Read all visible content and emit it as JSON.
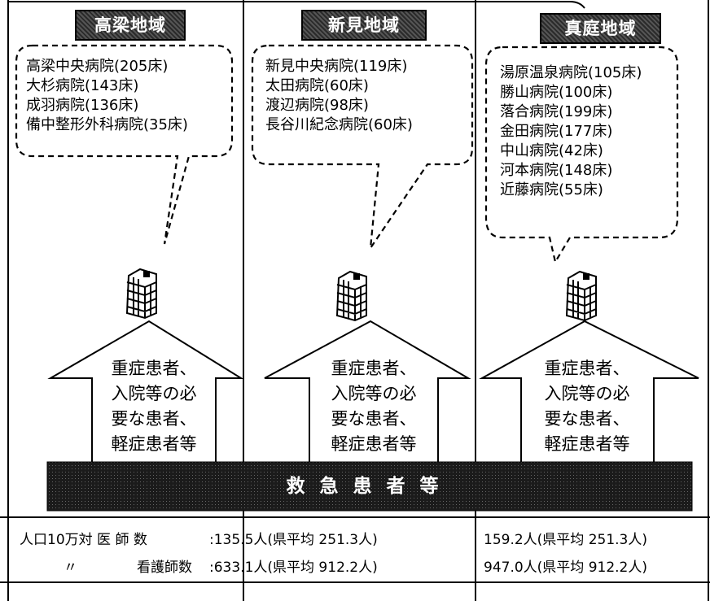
{
  "regions": [
    {
      "name": "高梁地域",
      "hospitals": [
        "高梁中央病院(205床)",
        "大杉病院(143床)",
        "成羽病院(136床)",
        "備中整形外科病院(35床)"
      ],
      "arrow_lines": [
        "重症患者、",
        "入院等の必",
        "要な患者、",
        "軽症患者等"
      ]
    },
    {
      "name": "新見地域",
      "hospitals": [
        "新見中央病院(119床)",
        "太田病院(60床)",
        "渡辺病院(98床)",
        "長谷川紀念病院(60床)"
      ],
      "arrow_lines": [
        "重症患者、",
        "入院等の必",
        "要な患者、",
        "軽症患者等"
      ]
    },
    {
      "name": "真庭地域",
      "hospitals": [
        "湯原温泉病院(105床)",
        "勝山病院(100床)",
        "落合病院(199床)",
        "金田病院(177床)",
        "中山病院(42床)",
        "河本病院(148床)",
        "近藤病院(55床)"
      ],
      "arrow_lines": [
        "重症患者、",
        "入院等の必",
        "要な患者、",
        "軽症患者等"
      ]
    }
  ],
  "banner": "救急患者等",
  "stats": {
    "doctors_label": "人口10万対 医 師 数",
    "nurses_label_mark": "〃",
    "nurses_label": "看護師数",
    "left_doctors": ":135.5人(県平均 251.3人)",
    "left_nurses": ":633.1人(県平均 912.2人)",
    "right_doctors": "159.2人(県平均 251.3人)",
    "right_nurses": "947.0人(県平均 912.2人)"
  }
}
